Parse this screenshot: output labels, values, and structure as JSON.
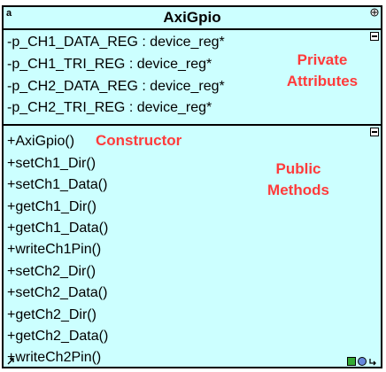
{
  "class_box": {
    "name": "AxiGpio",
    "type_icon": "a",
    "attributes": [
      "-p_CH1_DATA_REG : device_reg*",
      "-p_CH1_TRI_REG : device_reg*",
      "-p_CH2_DATA_REG : device_reg*",
      "-p_CH2_TRI_REG : device_reg*"
    ],
    "methods": [
      "+AxiGpio()",
      "+setCh1_Dir()",
      "+setCh1_Data()",
      "+getCh1_Dir()",
      "+getCh1_Data()",
      "+writeCh1Pin()",
      "+setCh2_Dir()",
      "+setCh2_Data()",
      "+getCh2_Dir()",
      "+getCh2_Data()",
      "+writeCh2Pin()"
    ]
  },
  "annotations": {
    "private_line1": "Private",
    "private_line2": "Attributes",
    "constructor": "Constructor",
    "public_line1": "Public",
    "public_line2": "Methods"
  },
  "colors": {
    "class_fill": "#ccffff",
    "annotation": "#ff3b3b",
    "border": "#000000"
  },
  "icons": [
    "class-type-icon",
    "collapse-icon",
    "link-arrow-icon",
    "view-icons"
  ]
}
